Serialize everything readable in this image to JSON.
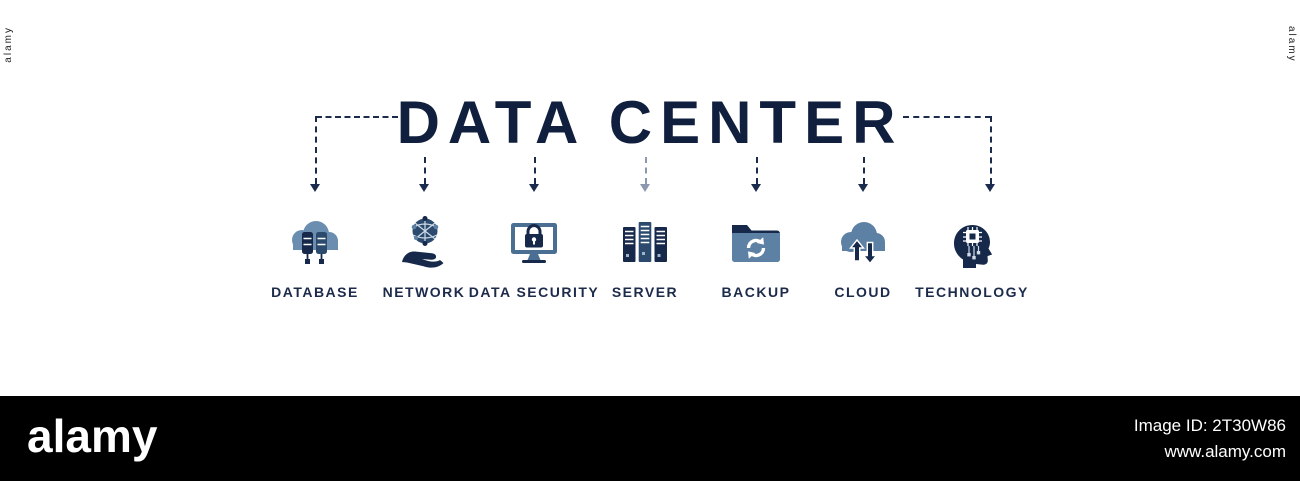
{
  "colors": {
    "navy": "#16294a",
    "steel": "#5d81a5",
    "title_text": "#101f3d",
    "label_text": "#1c2b4a",
    "footer_bg": "#000000",
    "footer_text": "#ffffff",
    "background": "#ffffff"
  },
  "watermark": {
    "side_text": "alamy"
  },
  "banner": {
    "title": "DATA CENTER"
  },
  "items": [
    {
      "label": "DATABASE",
      "icon": "database-cloud-icon"
    },
    {
      "label": "NETWORK",
      "icon": "network-hand-globe-icon"
    },
    {
      "label": "DATA SECURITY",
      "icon": "monitor-padlock-icon"
    },
    {
      "label": "SERVER",
      "icon": "server-racks-icon"
    },
    {
      "label": "BACKUP",
      "icon": "folder-sync-icon"
    },
    {
      "label": "CLOUD",
      "icon": "cloud-transfer-arrows-icon"
    },
    {
      "label": "TECHNOLOGY",
      "icon": "head-microchip-icon"
    }
  ],
  "footer": {
    "brand": "alamy",
    "image_id": "Image ID: 2T30W86",
    "website": "www.alamy.com"
  }
}
